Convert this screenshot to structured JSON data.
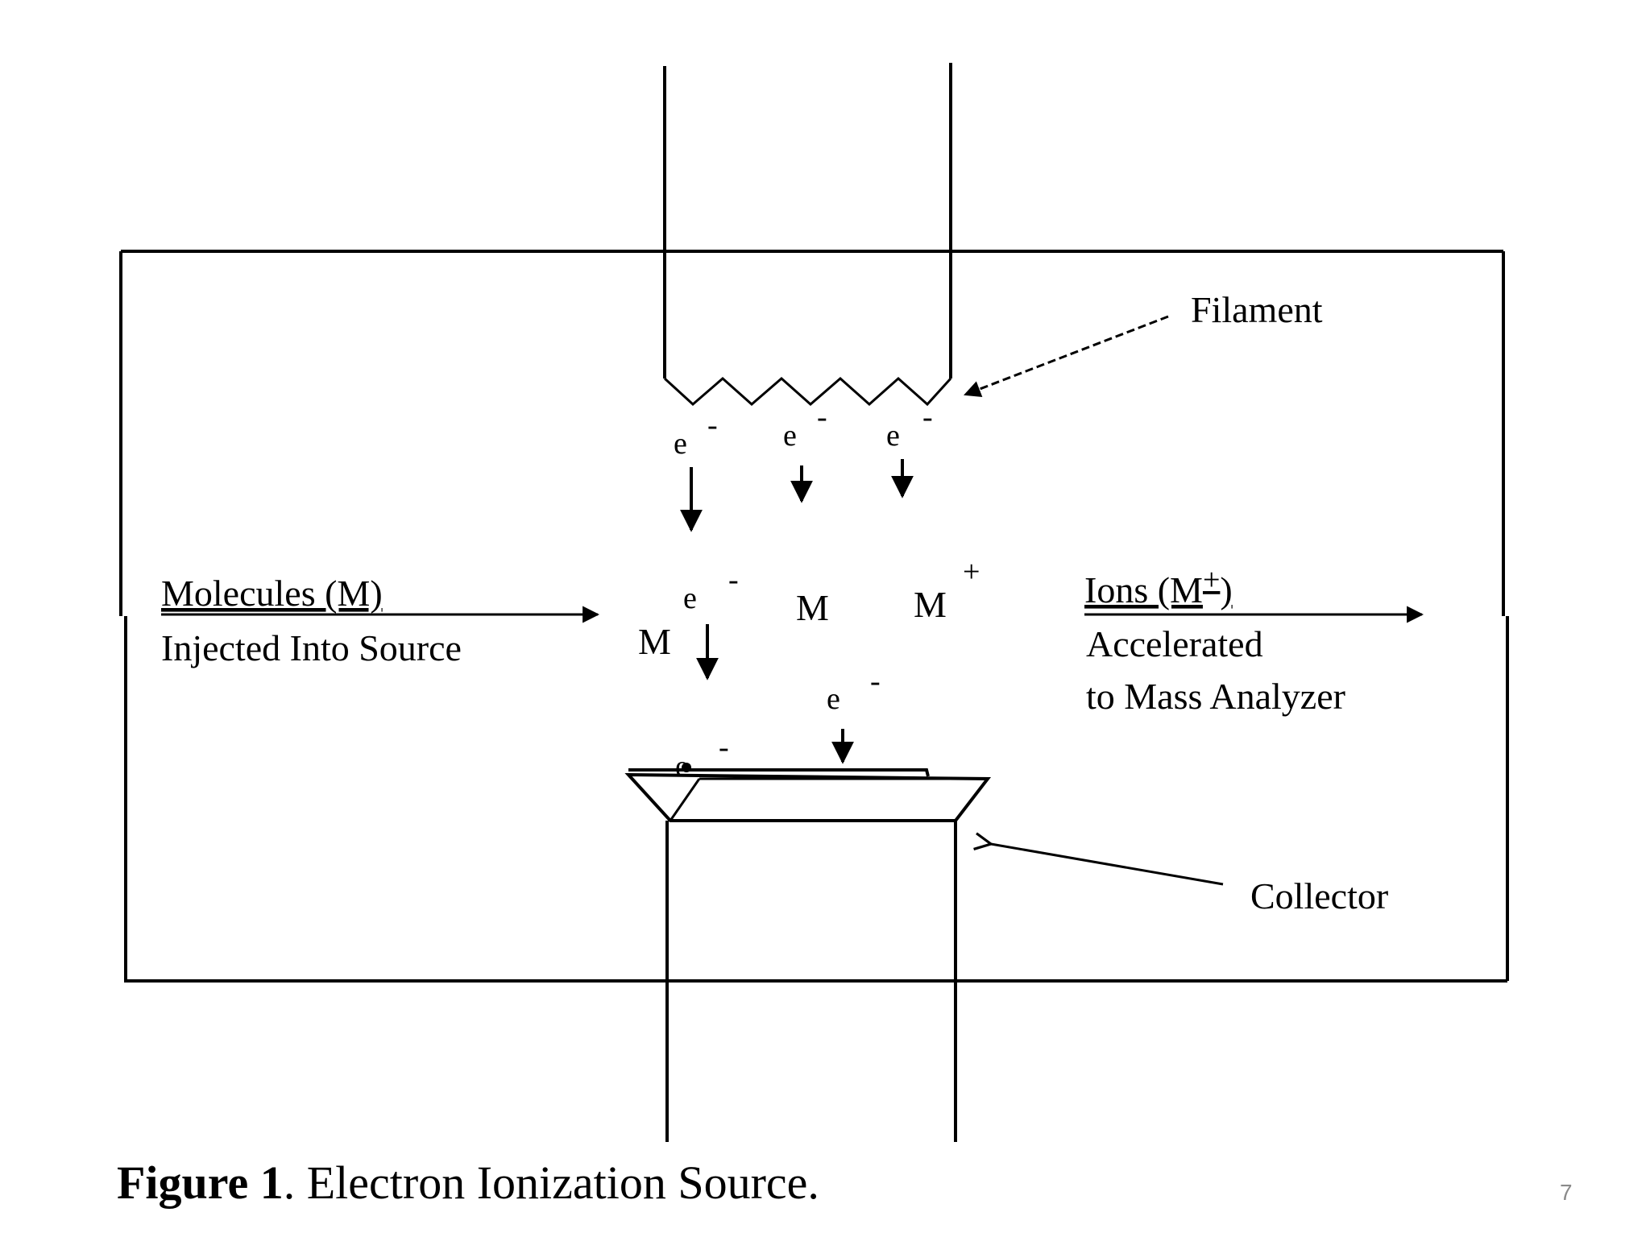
{
  "diagram": {
    "filament_label": "Filament",
    "collector_label": "Collector",
    "electron_symbol": "e",
    "minus_sign": "-",
    "plus_sign": "+",
    "molecule_symbol": "M",
    "molecules": {
      "line1": "Molecules (M)",
      "line2": "Injected Into Source"
    },
    "ions": {
      "line1": "Ions (M",
      "line1_sup": "+",
      "line1_close": ")",
      "line2": "Accelerated",
      "line3": "to Mass Analyzer"
    }
  },
  "caption": {
    "bold": "Figure 1",
    "rest": ".  Electron Ionization Source."
  },
  "page_number": "7"
}
